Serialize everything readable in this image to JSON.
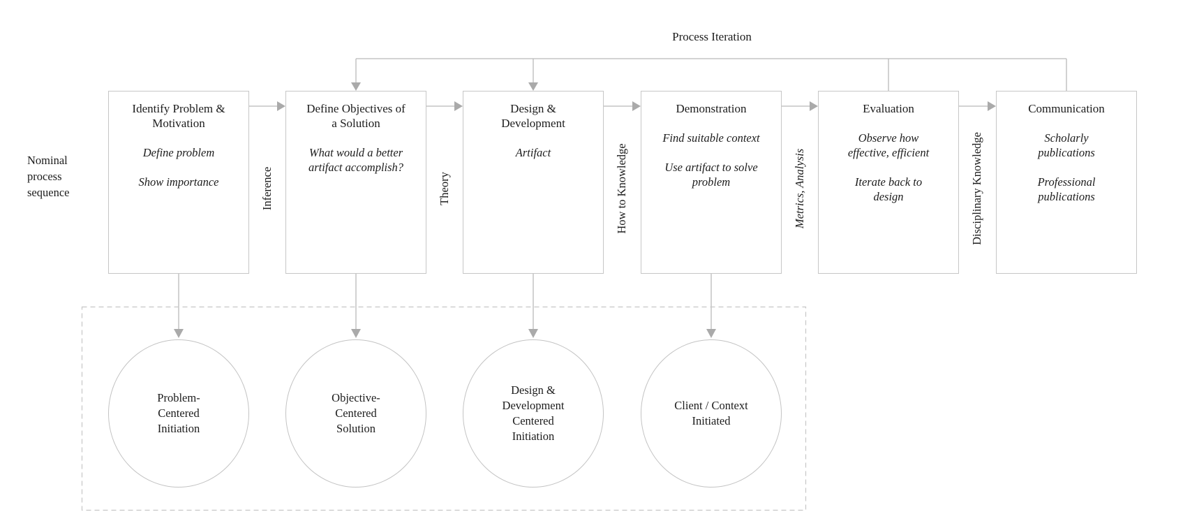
{
  "diagram": {
    "top_label": "Process Iteration",
    "left_label": "Nominal\nprocess\nsequence",
    "stages": [
      {
        "title": "Identify Problem &\nMotivation",
        "notes": [
          "Define problem",
          "Show importance"
        ]
      },
      {
        "title": "Define Objectives of\na Solution",
        "notes": [
          "What would a better\nartifact accomplish?"
        ]
      },
      {
        "title": "Design &\nDevelopment",
        "notes": [
          "Artifact"
        ]
      },
      {
        "title": "Demonstration",
        "notes": [
          "Find suitable context",
          "Use artifact to solve\nproblem"
        ]
      },
      {
        "title": "Evaluation",
        "notes": [
          "Observe how\neffective, efficient",
          "Iterate back to\ndesign"
        ]
      },
      {
        "title": "Communication",
        "notes": [
          "Scholarly\npublications",
          "Professional\npublications"
        ]
      }
    ],
    "transitions": [
      "Inference",
      "Theory",
      "How to Knowledge",
      "Metrics, Analysis",
      "Disciplinary Knowledge"
    ],
    "entry_points": [
      "Problem-\nCentered\nInitiation",
      "Objective-\nCentered\nSolution",
      "Design &\nDevelopment\nCentered\nInitiation",
      "Client / Context\nInitiated"
    ],
    "colors": {
      "line": "#b9b9b9",
      "arrowhead": "#aaaaaa",
      "border": "#c6c6c6",
      "text": "#1c1c1c"
    }
  }
}
